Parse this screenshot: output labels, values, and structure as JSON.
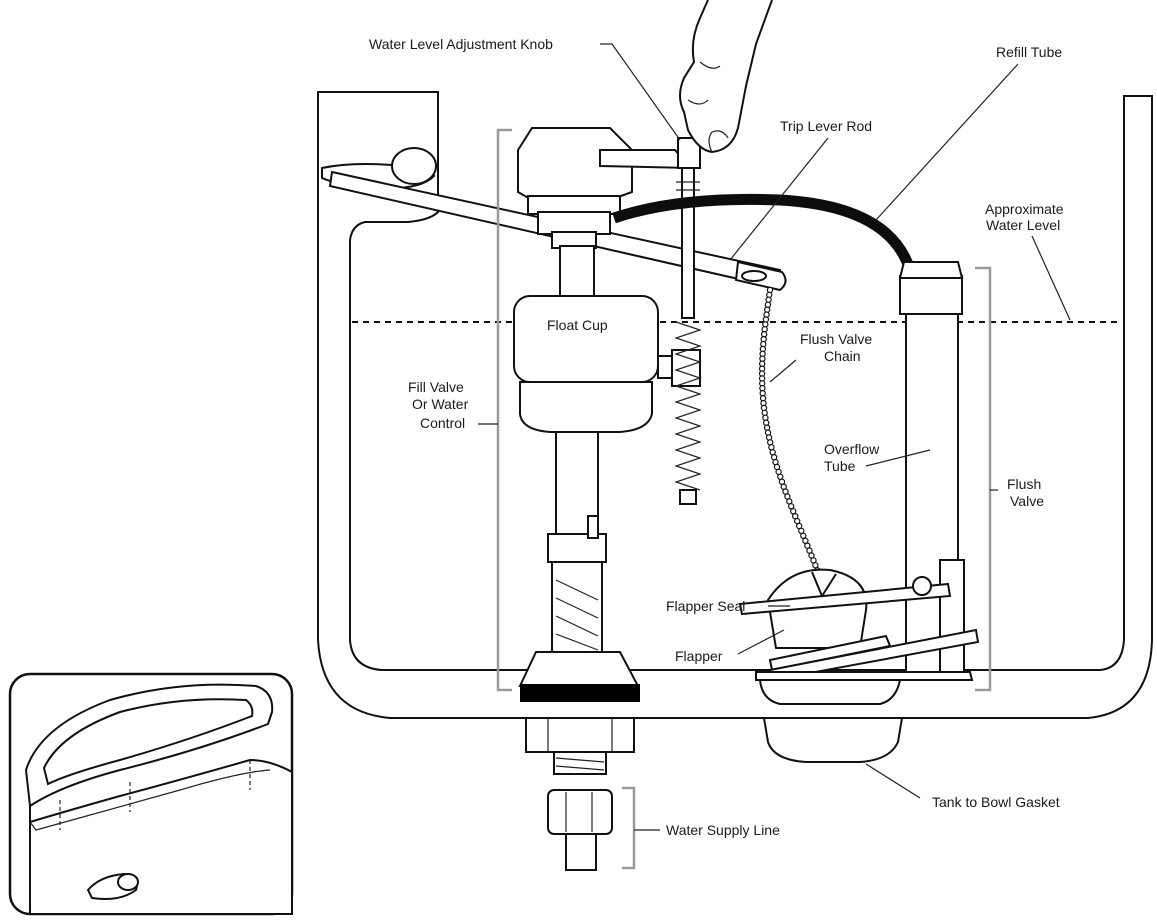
{
  "labels": {
    "water_level_knob": "Water Level Adjustment Knob",
    "refill_tube": "Refill Tube",
    "trip_lever_rod": "Trip Lever Rod",
    "approx_water_level_1": "Approximate",
    "approx_water_level_2": "Water Level",
    "float_cup": "Float Cup",
    "flush_valve_chain_1": "Flush Valve",
    "flush_valve_chain_2": "Chain",
    "fill_valve_1": "Fill Valve",
    "fill_valve_2": "Or Water",
    "fill_valve_3": "Control",
    "overflow_tube_1": "Overflow",
    "overflow_tube_2": "Tube",
    "flush_valve_1": "Flush",
    "flush_valve_2": "Valve",
    "flapper_seal": "Flapper Seal",
    "flapper": "Flapper",
    "tank_to_bowl_gasket": "Tank to Bowl Gasket",
    "water_supply_line": "Water Supply Line"
  },
  "colors": {
    "outline": "#111111",
    "bracket": "#9a9a9a",
    "refill_tube": "#0d0d0d",
    "seat": "#000000"
  },
  "icons": {
    "hand": "hand-icon",
    "tank_lid_inset": "tank-lid-inset-icon"
  }
}
